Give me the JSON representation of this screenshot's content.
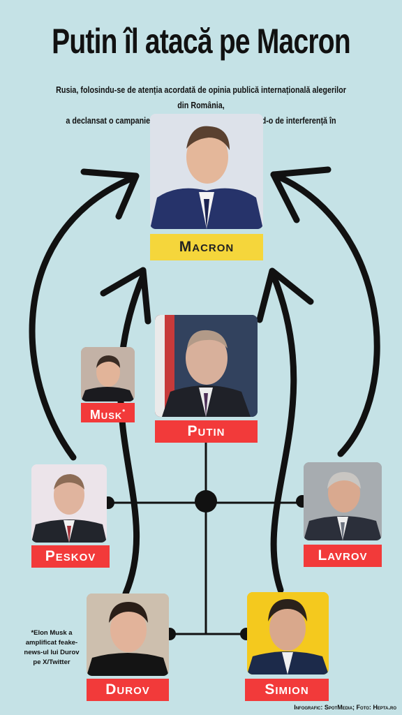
{
  "title": "Putin îl atacă pe Macron",
  "subtitle_line1": "Rusia, folosindu-se de atenția acordată de opinia publică internațională alegerilor din România,",
  "subtitle_line2": "a declansat o campanie de defăimare a Franței, acuzând-o de interferență în procesul electoral",
  "people": {
    "macron": "Macron",
    "putin": "Putin",
    "musk": "Musk",
    "musk_mark": "*",
    "peskov": "Peskov",
    "lavrov": "Lavrov",
    "durov": "Durov",
    "simion": "Simion"
  },
  "note": "*Elon Musk a amplificat feake-news-ul lui Durov pe X/Twitter",
  "credit": "Infografic: SpotMedia; Foto: Hepta.ro",
  "colors": {
    "background": "#c5e2e6",
    "label_red": "#f23a3a",
    "label_yellow": "#f5d63b"
  }
}
